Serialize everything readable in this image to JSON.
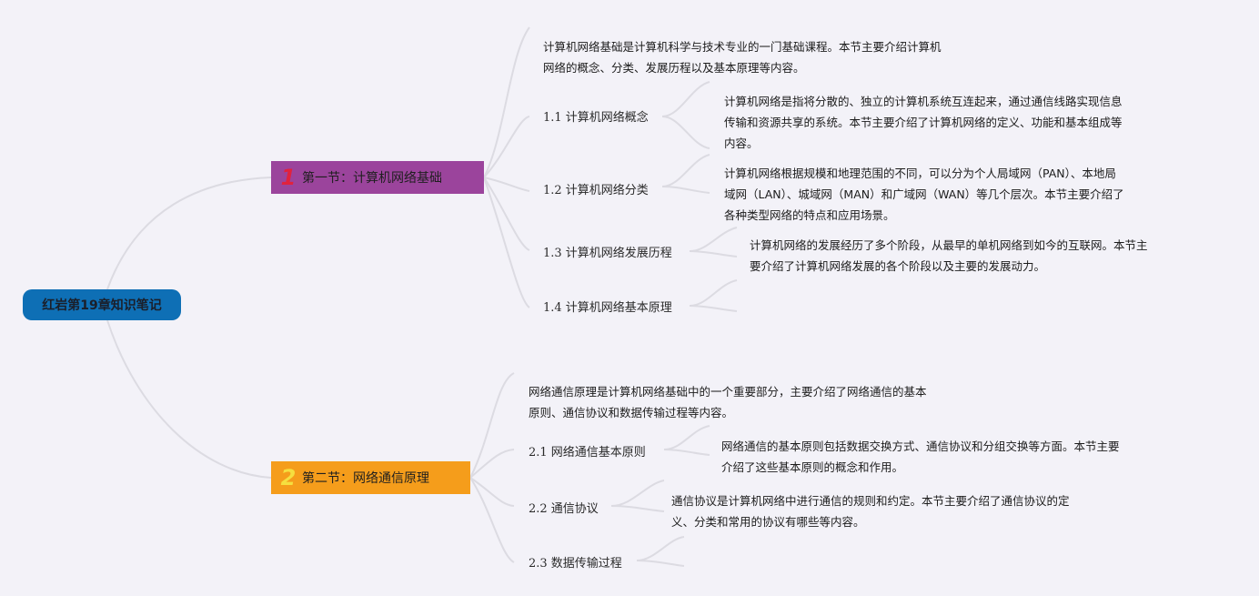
{
  "root": {
    "title": "红岩第19章知识笔记"
  },
  "sections": [
    {
      "num": "1",
      "title": "第一节：计算机网络基础",
      "intro_lines": [
        "计算机网络基础是计算机科学与技术专业的一门基础课程。本节主要介绍计算机",
        "网络的概念、分类、发展历程以及基本原理等内容。"
      ],
      "topics": [
        {
          "label": "1.1 计算机网络概念",
          "desc_lines": [
            "计算机网络是指将分散的、独立的计算机系统互连起来，通过通信线路实现信息",
            "传输和资源共享的系统。本节主要介绍了计算机网络的定义、功能和基本组成等",
            "内容。"
          ]
        },
        {
          "label": "1.2 计算机网络分类",
          "desc_lines": [
            "计算机网络根据规模和地理范围的不同，可以分为个人局域网（PAN）、本地局",
            "域网（LAN）、城域网（MAN）和广域网（WAN）等几个层次。本节主要介绍了",
            "各种类型网络的特点和应用场景。"
          ]
        },
        {
          "label": "1.3 计算机网络发展历程",
          "desc_lines": [
            "计算机网络的发展经历了多个阶段，从最早的单机网络到如今的互联网。本节主",
            "要介绍了计算机网络发展的各个阶段以及主要的发展动力。"
          ]
        },
        {
          "label": "1.4 计算机网络基本原理",
          "desc_lines": []
        }
      ]
    },
    {
      "num": "2",
      "title": "第二节：网络通信原理",
      "intro_lines": [
        "网络通信原理是计算机网络基础中的一个重要部分，主要介绍了网络通信的基本",
        "原则、通信协议和数据传输过程等内容。"
      ],
      "topics": [
        {
          "label": "2.1 网络通信基本原则",
          "desc_lines": [
            "网络通信的基本原则包括数据交换方式、通信协议和分组交换等方面。本节主要",
            "介绍了这些基本原则的概念和作用。"
          ]
        },
        {
          "label": "2.2 通信协议",
          "desc_lines": [
            "通信协议是计算机网络中进行通信的规则和约定。本节主要介绍了通信协议的定",
            "义、分类和常用的协议有哪些等内容。"
          ]
        },
        {
          "label": "2.3 数据传输过程",
          "desc_lines": []
        }
      ]
    }
  ],
  "colors": {
    "background": "#f3f2f8",
    "root": "#0e6fb5",
    "section1": "#9b449c",
    "section1_number": "#e1223e",
    "section2": "#f59d1b",
    "section2_number": "#f5df3f",
    "connector": "#dcdbe2"
  }
}
